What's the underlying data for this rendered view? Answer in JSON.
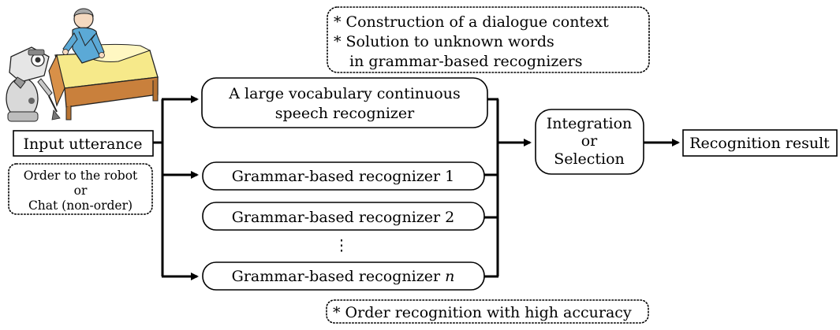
{
  "input": {
    "label": "Input utterance",
    "note_line1": "Order to the robot",
    "note_line2": "or",
    "note_line3": "Chat (non-order)"
  },
  "recognizers": {
    "lvcsr_line1": "A large vocabulary continuous",
    "lvcsr_line2": "speech recognizer",
    "grammar_1": "Grammar-based recognizer 1",
    "grammar_2": "Grammar-based recognizer 2",
    "grammar_n_prefix": "Grammar-based recognizer ",
    "grammar_n_suffix": "n",
    "ellipsis": "⋮"
  },
  "integration": {
    "line1": "Integration",
    "line2": "or",
    "line3": "Selection"
  },
  "output": {
    "label": "Recognition result"
  },
  "notes": {
    "lvcsr_benefit_1": "* Construction of a dialogue context",
    "lvcsr_benefit_2": "* Solution to unknown words",
    "lvcsr_benefit_3": "in grammar-based recognizers",
    "grammar_benefit": "* Order recognition with high accuracy"
  },
  "illustration": {
    "description_icon": "robot-and-caregiver-illustration"
  }
}
